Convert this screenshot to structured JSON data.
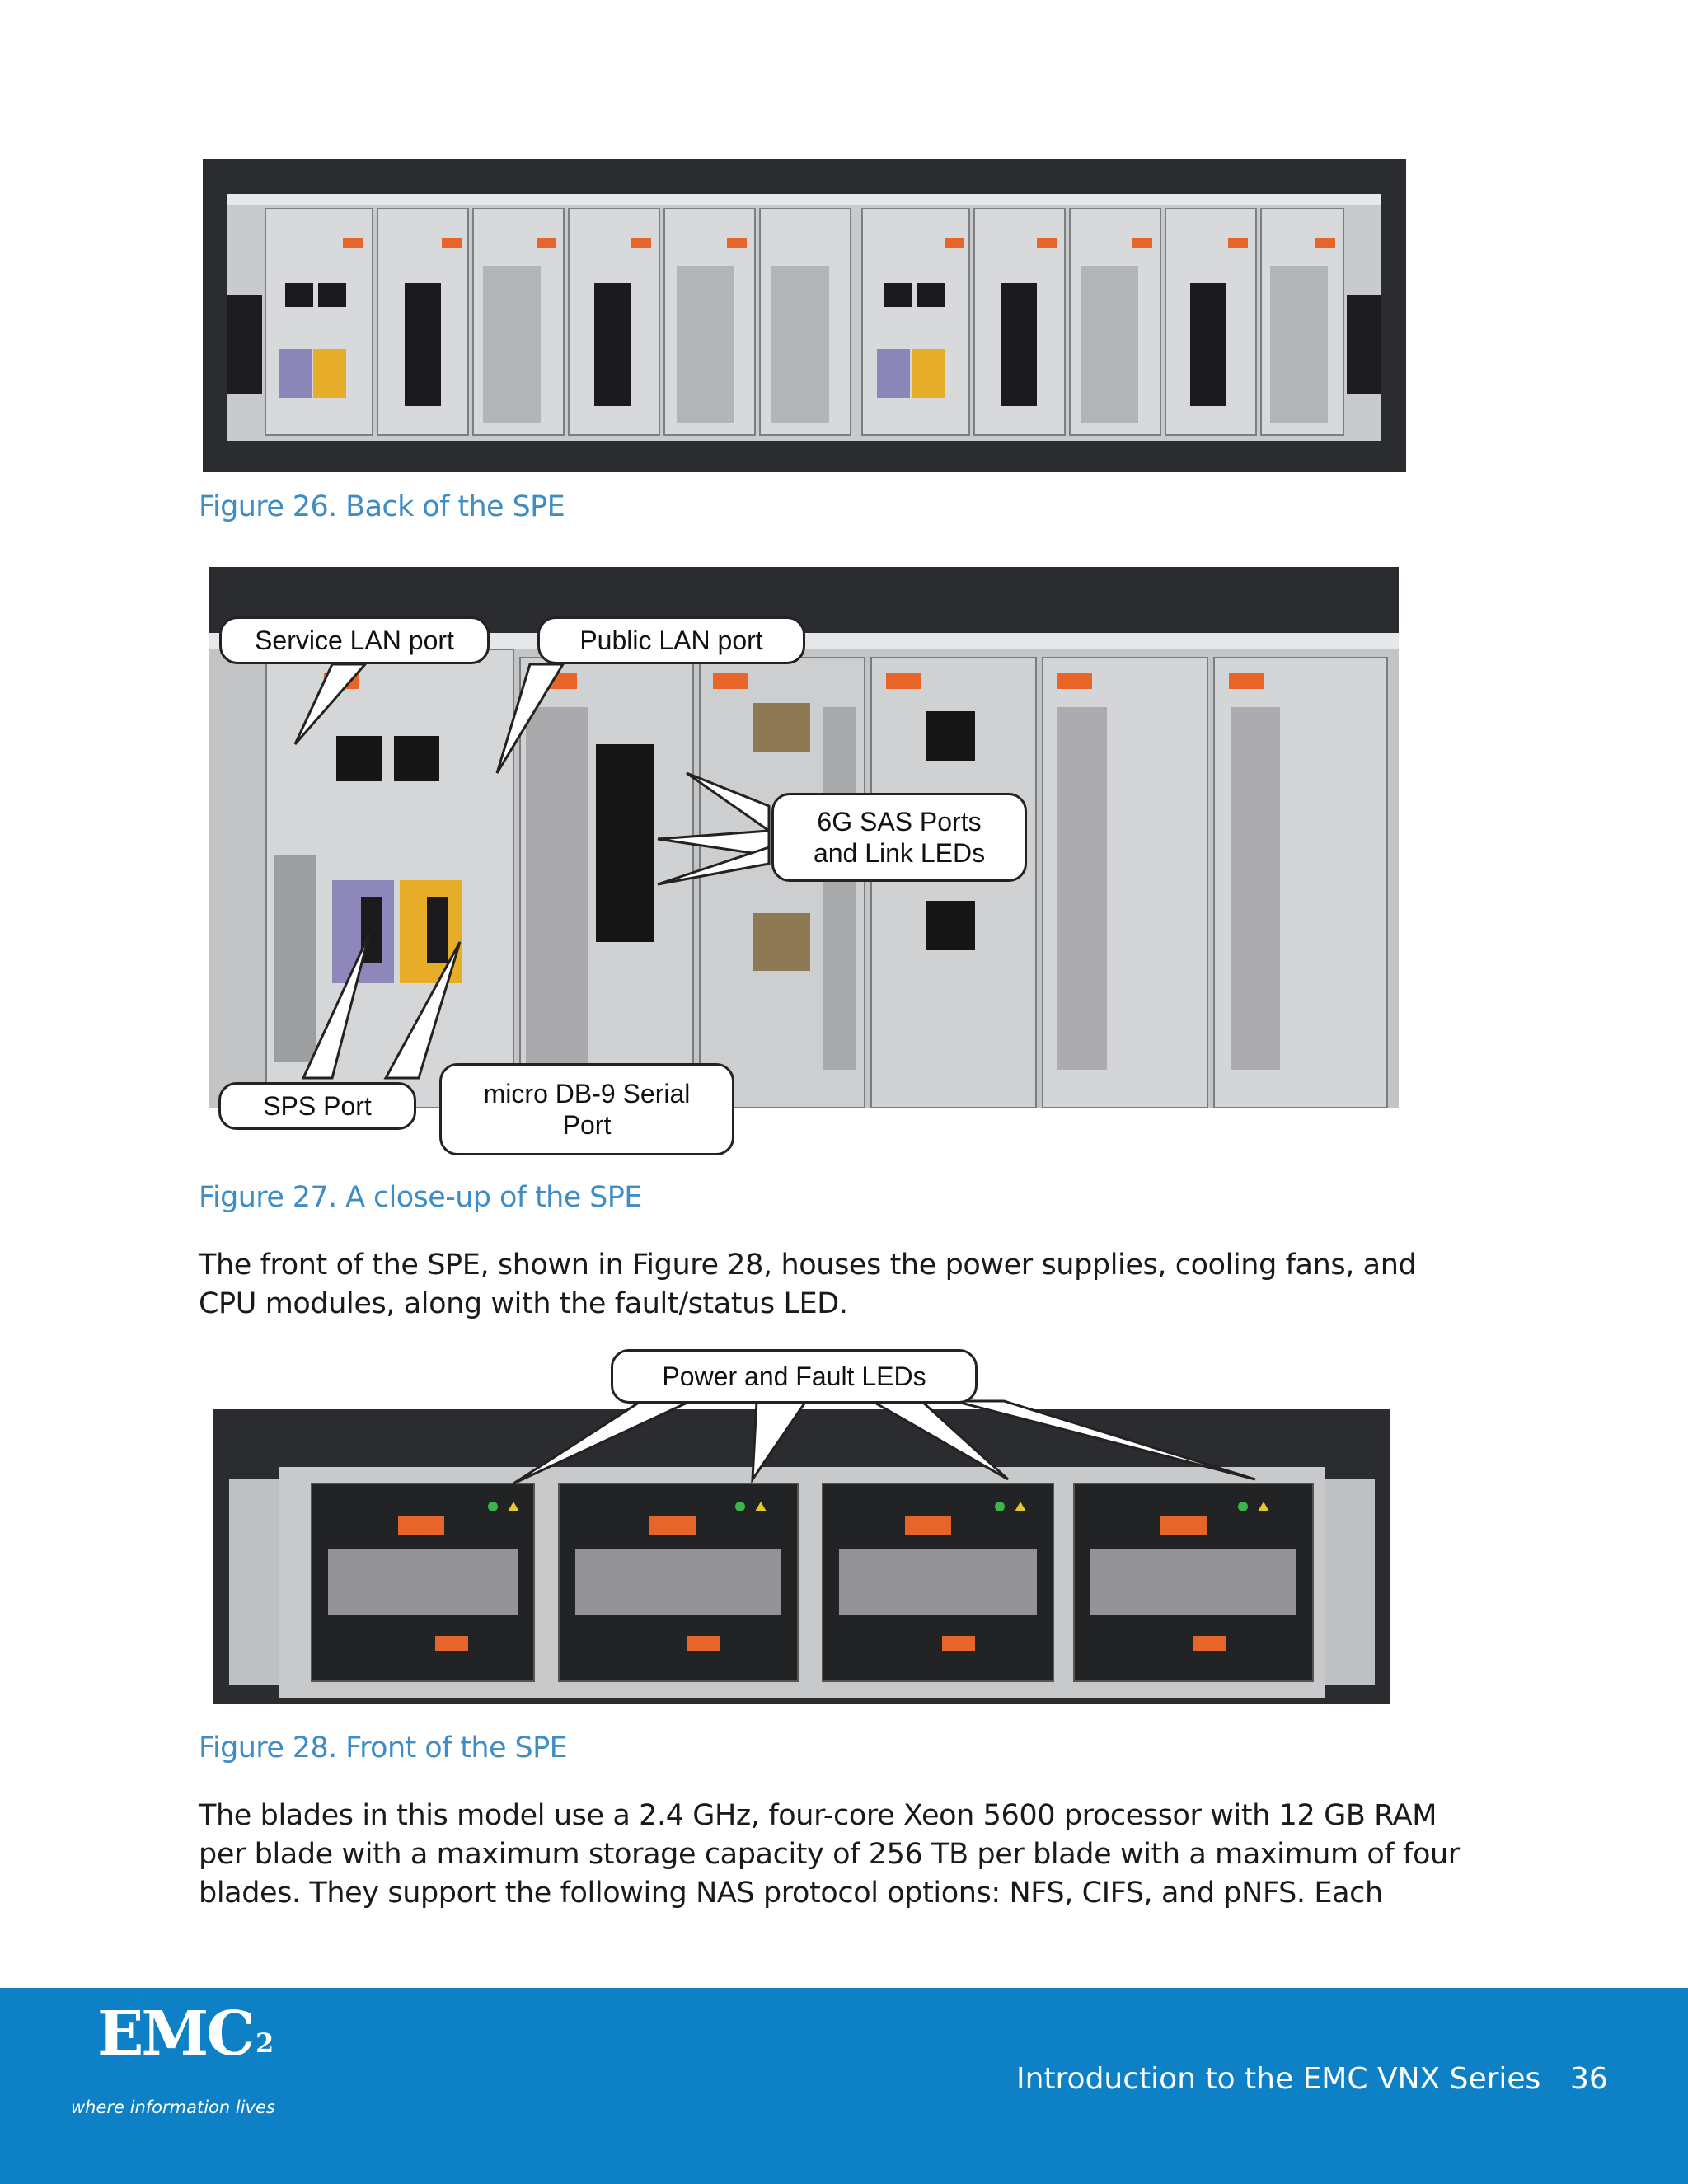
{
  "figures": [
    {
      "caption": "Figure 26. Back of the SPE"
    },
    {
      "caption": "Figure 27. A close-up of the SPE"
    },
    {
      "caption": "Figure 28. Front of the SPE"
    }
  ],
  "callouts": {
    "service_lan": "Service LAN port",
    "public_lan": "Public LAN port",
    "sas_line1": "6G SAS Ports",
    "sas_line2": "and Link LEDs",
    "sps_port": "SPS Port",
    "serial_line1": "micro DB-9 Serial",
    "serial_line2": "Port",
    "power_fault": "Power and Fault LEDs"
  },
  "paragraphs": {
    "p1_line1": "The front of the SPE, shown in Figure 28, houses the power supplies, cooling fans, and",
    "p1_line2": "CPU modules, along with the fault/status LED.",
    "p2_line1": "The blades in this model use a 2.4 GHz, four-core Xeon 5600 processor with 12 GB RAM",
    "p2_line2": "per blade with a maximum storage capacity of 256 TB per blade with a maximum of four",
    "p2_line3": "blades. They support the following NAS protocol options: NFS, CIFS,  and pNFS. Each"
  },
  "footer": {
    "logo": "EMC",
    "logo_sup": "2",
    "tagline": "where information lives",
    "title": "Introduction to the EMC VNX Series",
    "page_number": "36"
  },
  "colors": {
    "caption": "#3f8dc6",
    "footer_bg": "#0d80c6",
    "accent_orange": "#e8652a"
  }
}
